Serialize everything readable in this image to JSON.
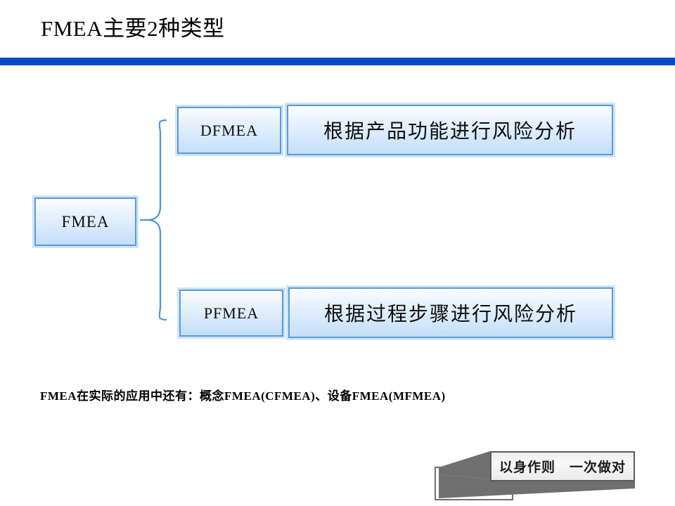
{
  "slide": {
    "title": "FMEA主要2种类型",
    "rule_color": "#0a4bc4"
  },
  "diagram": {
    "root": {
      "label": "FMEA"
    },
    "branches": [
      {
        "type_label": "DFMEA",
        "description": "根据产品功能进行风险分析"
      },
      {
        "type_label": "PFMEA",
        "description": "根据过程步骤进行风险分析"
      }
    ],
    "connector": "curly-brace",
    "box_border_color": "#5b9bd5",
    "box_fill_top": "#fbfdff",
    "box_fill_bottom": "#c3dffa"
  },
  "footnote": {
    "text": "FMEA在实际的应用中还有：概念FMEA(CFMEA)、设备FMEA(MFMEA)"
  },
  "ribbon": {
    "text": "以身作则　一次做对",
    "fill_color": "#efefef",
    "border_color": "#5a5a5a",
    "fold_color": "#6f6f6f"
  }
}
